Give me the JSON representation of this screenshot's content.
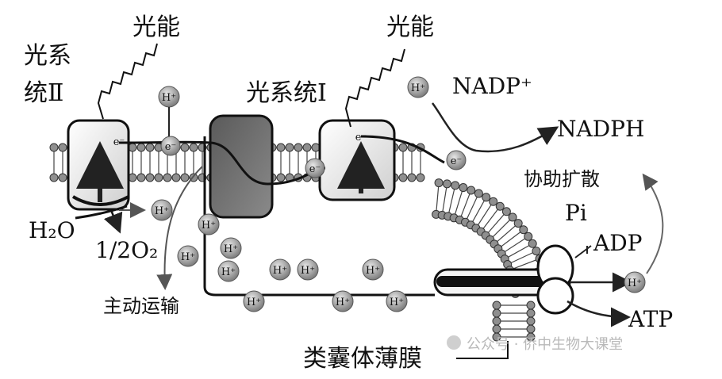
{
  "labels": {
    "light_energy": "光能",
    "photosystem2_line1": "光系",
    "photosystem2_line2": "统Ⅱ",
    "photosystem1": "光系统Ⅰ",
    "electron": "e⁻",
    "proton": "H⁺",
    "water": "H₂O",
    "half_oxygen": "1/2O₂",
    "nadp_plus": "NADP⁺",
    "nadph": "NADPH",
    "facilitated_diffusion": "协助扩散",
    "pi": "Pi",
    "adp": "ADP",
    "atp": "ATP",
    "active_transport": "主动运输",
    "thylakoid_membrane": "类囊体薄膜"
  },
  "watermark": "公众号 · 侨中生物大课堂",
  "colors": {
    "ion_fill": "#9a9a9a",
    "complex_dark": "#6b6b6b",
    "lipid_head": "#8f8f8f",
    "text": "#111111"
  }
}
